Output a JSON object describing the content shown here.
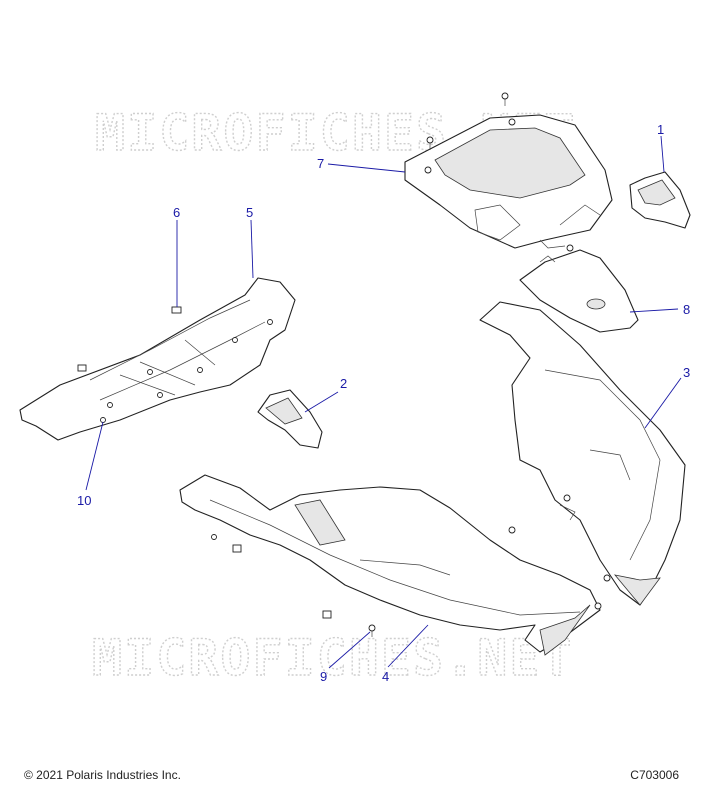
{
  "watermark": "MICROFICHES.NET",
  "callouts": [
    "1",
    "2",
    "3",
    "4",
    "5",
    "6",
    "7",
    "8",
    "9",
    "10"
  ],
  "footer": {
    "copyright": "© 2021 Polaris Industries Inc.",
    "figure_id": "C703006"
  },
  "colors": {
    "callout": "#1a1aa6",
    "line": "#222222",
    "watermark": "#cfcfcf"
  }
}
